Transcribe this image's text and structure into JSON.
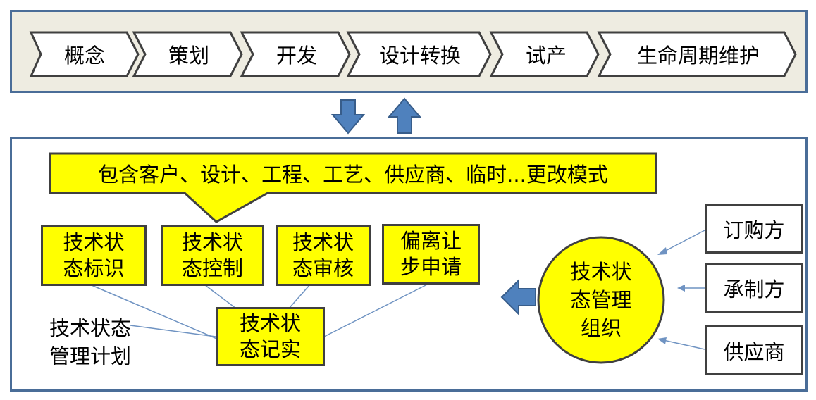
{
  "phases": [
    {
      "label": "概念"
    },
    {
      "label": "策划"
    },
    {
      "label": "开发"
    },
    {
      "label": "设计转换"
    },
    {
      "label": "试产"
    },
    {
      "label": "生命周期维护"
    }
  ],
  "callout": {
    "text": "包含客户、设计、工程、工艺、供应商、临时...更改模式"
  },
  "activities": [
    {
      "line1": "技术状",
      "line2": "态标识"
    },
    {
      "line1": "技术状",
      "line2": "态控制"
    },
    {
      "line1": "技术状",
      "line2": "态审核"
    },
    {
      "line1": "偏离让",
      "line2": "步申请"
    }
  ],
  "record": {
    "line1": "技术状",
    "line2": "态记实"
  },
  "plan": {
    "line1": "技术状态",
    "line2": "管理计划"
  },
  "organization": {
    "line1": "技术状",
    "line2": "态管理",
    "line3": "组织"
  },
  "parties": [
    {
      "label": "订购方"
    },
    {
      "label": "承制方"
    },
    {
      "label": "供应商"
    }
  ],
  "colors": {
    "frame": "#4a6d98",
    "highlight": "#ffff00",
    "panel": "#eeece1",
    "arrow": "#4f81bd"
  }
}
